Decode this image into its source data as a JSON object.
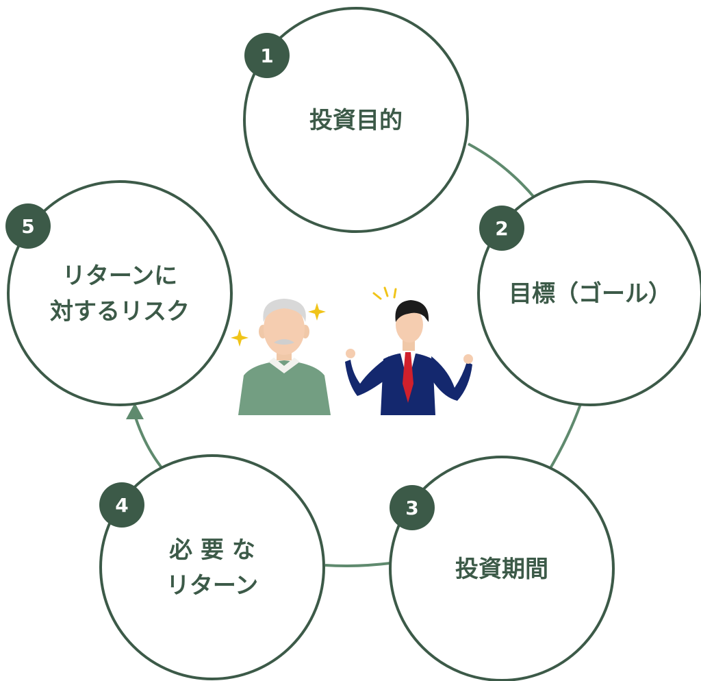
{
  "colors": {
    "primary": "#3c5a48",
    "connector": "#5f8a6e",
    "sweater": "#739e82",
    "suit": "#14286e",
    "tie": "#d0202c",
    "sparkle": "#f0c419"
  },
  "steps": [
    {
      "number": "1",
      "lines": [
        "投資目的"
      ]
    },
    {
      "number": "2",
      "lines": [
        "目標（ゴール）"
      ]
    },
    {
      "number": "3",
      "lines": [
        "投資期間"
      ]
    },
    {
      "number": "4",
      "lines": [
        "必 要 な",
        "リターン"
      ]
    },
    {
      "number": "5",
      "lines": [
        "リターンに",
        "対するリスク"
      ]
    }
  ],
  "illustration": {
    "figures": [
      "elderly-man",
      "businessman"
    ]
  }
}
